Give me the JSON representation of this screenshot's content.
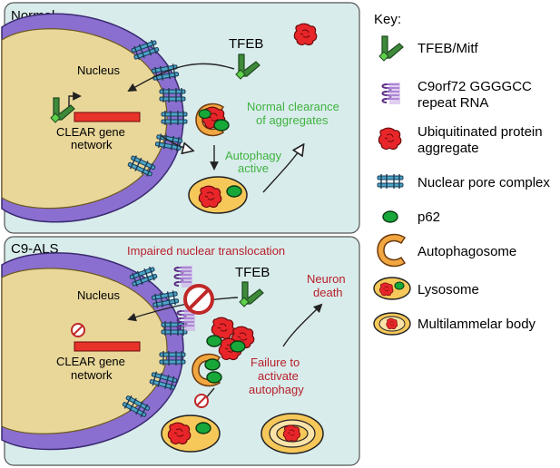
{
  "panels": {
    "normal": {
      "title": "Normal",
      "nucleus": "Nucleus",
      "gene_line1": "CLEAR gene",
      "gene_line2": "network",
      "tfeb": "TFEB",
      "clearance_line1": "Normal clearance",
      "clearance_line2": "of aggregates",
      "autophagy_line1": "Autophagy",
      "autophagy_line2": "active"
    },
    "c9als": {
      "title": "C9-ALS",
      "impaired": "Impaired nuclear translocation",
      "nucleus": "Nucleus",
      "gene_line1": "CLEAR gene",
      "gene_line2": "network",
      "tfeb": "TFEB",
      "neuron_line1": "Neuron",
      "neuron_line2": "death",
      "failure_line1": "Failure to",
      "failure_line2": "activate",
      "failure_line3": "autophagy"
    }
  },
  "key": {
    "title": "Key:",
    "items": [
      {
        "icon": "tfeb-icon",
        "lines": [
          "TFEB/Mitf"
        ]
      },
      {
        "icon": "rna-icon",
        "lines": [
          "C9orf72 GGGGCC",
          "repeat RNA"
        ]
      },
      {
        "icon": "aggregate-icon",
        "lines": [
          "Ubiquitinated protein",
          "aggregate"
        ]
      },
      {
        "icon": "pore-icon",
        "lines": [
          "Nuclear pore complex"
        ]
      },
      {
        "icon": "p62-icon",
        "lines": [
          "p62"
        ]
      },
      {
        "icon": "autophagosome-icon",
        "lines": [
          "Autophagosome"
        ]
      },
      {
        "icon": "lysosome-icon",
        "lines": [
          "Lysosome"
        ]
      },
      {
        "icon": "multilamellar-icon",
        "lines": [
          "Multilammelar body"
        ]
      }
    ]
  },
  "colors": {
    "panel_bg": "#d9ecec",
    "membrane": "#8a6fd0",
    "nucleus": "#e9d79a",
    "gene_bar": "#e8332a",
    "tfeb": "#3e8a3a",
    "aggregate": "#e8262a",
    "p62": "#18a83a",
    "autophagosome": "#f2a640",
    "lysosome": "#f6c85a",
    "pore": "#4aa6c8",
    "green_text": "#3fb33f",
    "red_text": "#b8202a"
  }
}
